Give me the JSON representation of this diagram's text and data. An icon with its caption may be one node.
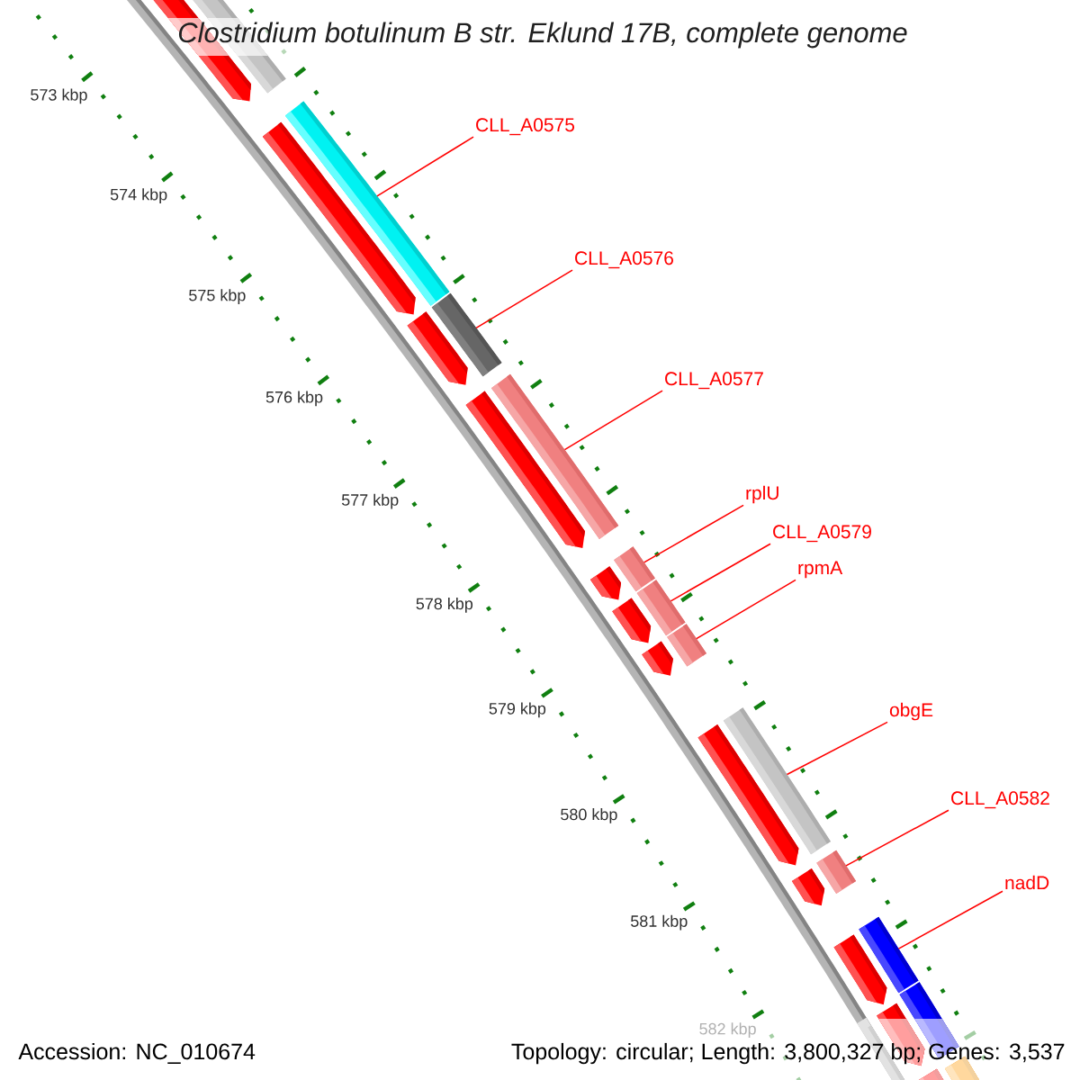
{
  "diagram": {
    "title": "Clostridium botulinum B str. Eklund 17B, complete genome",
    "nodes": [
      {
        "text": [
          "CLL_A0575"
        ]
      },
      {
        "text": [
          "CLL_A0576"
        ]
      },
      {
        "text": [
          "CLL_A0577"
        ]
      },
      {
        "text": [
          "rplU"
        ]
      },
      {
        "text": [
          "CLL_A0579"
        ]
      },
      {
        "text": [
          "rpmA"
        ]
      },
      {
        "text": [
          "obgE"
        ]
      },
      {
        "text": [
          "CLL_A0582"
        ]
      },
      {
        "text": [
          "nadD"
        ]
      },
      {
        "text": [],
        "shape": "bar"
      },
      {
        "text": [],
        "shape": "bar"
      },
      {
        "text": [],
        "shape": "bar"
      },
      {
        "text": [],
        "shape": "bar"
      },
      {
        "text": [],
        "shape": "bar"
      },
      {
        "text": [],
        "shape": "bar"
      },
      {
        "text": [],
        "shape": "bar"
      },
      {
        "text": [],
        "shape": "bar"
      },
      {
        "text": [],
        "shape": "bar"
      },
      {
        "text": [],
        "shape": "bar"
      },
      {
        "text": [],
        "shape": "bar"
      },
      {
        "text": [],
        "shape": "bar"
      },
      {
        "text": [],
        "shape": "pentagon"
      },
      {
        "text": [],
        "shape": "pentagon"
      },
      {
        "text": [],
        "shape": "pentagon"
      },
      {
        "text": [],
        "shape": "pentagon"
      },
      {
        "text": [],
        "shape": "pentagon"
      },
      {
        "text": [],
        "shape": "pentagon"
      },
      {
        "text": [],
        "shape": "pentagon"
      },
      {
        "text": [],
        "shape": "pentagon"
      },
      {
        "text": [],
        "shape": "pentagon"
      },
      {
        "text": [],
        "shape": "pentagon"
      },
      {
        "text": [],
        "shape": "pentagon"
      },
      {
        "text": [],
        "shape": "pentagon"
      }
    ],
    "edges": [
      {
        "from": 0,
        "to": 10,
        "arrow": "none"
      },
      {
        "from": 1,
        "to": 11,
        "arrow": "none"
      },
      {
        "from": 2,
        "to": 12,
        "arrow": "none"
      },
      {
        "from": 3,
        "to": 13,
        "arrow": "none"
      },
      {
        "from": 4,
        "to": 14,
        "arrow": "none"
      },
      {
        "from": 5,
        "to": 15,
        "arrow": "none"
      },
      {
        "from": 6,
        "to": 16,
        "arrow": "none"
      },
      {
        "from": 7,
        "to": 17,
        "arrow": "none"
      },
      {
        "from": 8,
        "to": 18,
        "arrow": "none"
      }
    ],
    "labels": [
      "573 kbp",
      "574 kbp",
      "575 kbp",
      "576 kbp",
      "577 kbp",
      "578 kbp",
      "579 kbp",
      "580 kbp",
      "581 kbp",
      "582 kbp",
      "Accession: NC_010674",
      "Topology: circular; Length: 3,800,327 bp; Genes: 3,537"
    ]
  }
}
